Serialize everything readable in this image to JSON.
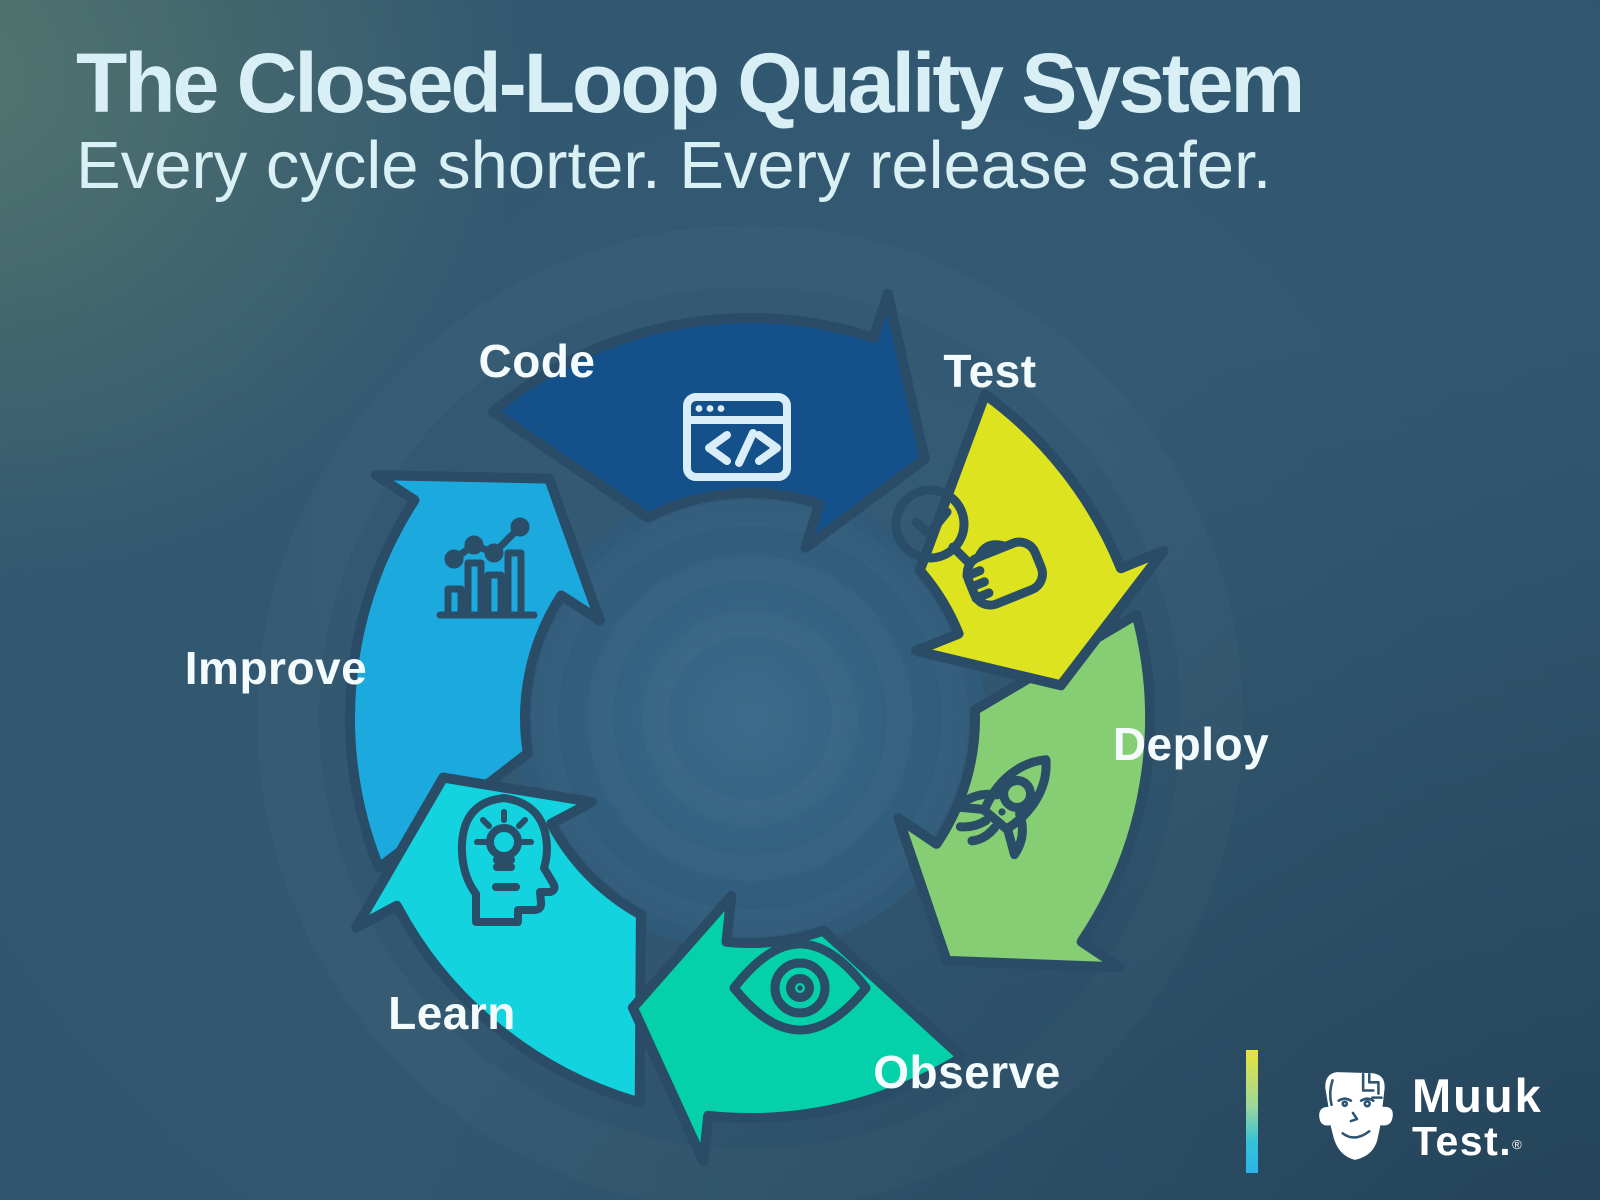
{
  "title": "The Closed-Loop Quality System",
  "subtitle": "Every cycle shorter. Every release safer.",
  "diagram": {
    "type": "cycle",
    "direction": "clockwise",
    "outline_color": "#2a4c66",
    "icon_stroke_color": "#2a4d68",
    "stages": [
      {
        "label": "Code",
        "icon": "code-window-icon",
        "color": "#14508a"
      },
      {
        "label": "Test",
        "icon": "magnifier-check-hand-icon",
        "color": "#dde41f"
      },
      {
        "label": "Deploy",
        "icon": "rocket-icon",
        "color": "#86ce74"
      },
      {
        "label": "Observe",
        "icon": "eye-icon",
        "color": "#04d1a9"
      },
      {
        "label": "Learn",
        "icon": "head-lightbulb-icon",
        "color": "#12d3de"
      },
      {
        "label": "Improve",
        "icon": "bar-chart-trend-icon",
        "color": "#1caade"
      }
    ]
  },
  "logo": {
    "brand_line1": "Muuk",
    "brand_line2": "Test.",
    "registered_mark": "®",
    "bar_gradient_top": "#e9e33c",
    "bar_gradient_bottom": "#2ab4e9"
  }
}
